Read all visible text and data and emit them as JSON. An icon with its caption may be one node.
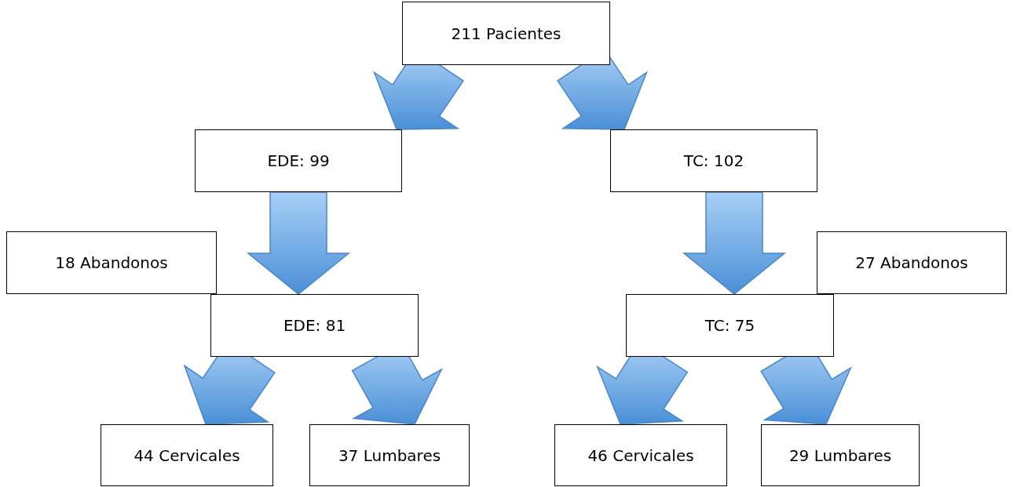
{
  "diagram": {
    "nodes": [
      {
        "text": [
          "211 Pacientes"
        ]
      },
      {
        "text": [
          "EDE: 99"
        ]
      },
      {
        "text": [
          "TC: 102"
        ]
      },
      {
        "text": [
          "18 Abandonos"
        ]
      },
      {
        "text": [
          "27 Abandonos"
        ]
      },
      {
        "text": [
          "EDE: 81"
        ]
      },
      {
        "text": [
          "TC: 75"
        ]
      },
      {
        "text": [
          "44 Cervicales"
        ]
      },
      {
        "text": [
          "37 Lumbares"
        ]
      },
      {
        "text": [
          "46 Cervicales"
        ]
      },
      {
        "text": [
          "29 Lumbares"
        ]
      }
    ],
    "edges": [
      {
        "from": 0,
        "to": 1,
        "arrow": "to"
      },
      {
        "from": 0,
        "to": 2,
        "arrow": "to"
      },
      {
        "from": 1,
        "to": 5,
        "arrow": "to"
      },
      {
        "from": 2,
        "to": 6,
        "arrow": "to"
      },
      {
        "from": 5,
        "to": 7,
        "arrow": "to"
      },
      {
        "from": 5,
        "to": 8,
        "arrow": "to"
      },
      {
        "from": 6,
        "to": 9,
        "arrow": "to"
      },
      {
        "from": 6,
        "to": 10,
        "arrow": "to"
      }
    ]
  }
}
